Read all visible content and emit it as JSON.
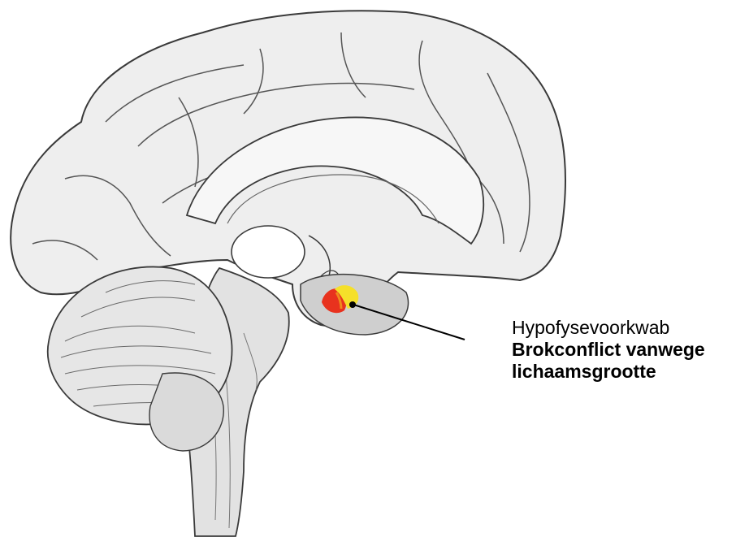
{
  "annotation": {
    "region_name": "Hypofysevoorkwab",
    "description_line1": "Brokconflict vanwege",
    "description_line2": "lichaamsgrootte",
    "highlight_colors": {
      "red": "#e8321e",
      "yellow": "#f5e02a",
      "orange": "#f08a1c"
    },
    "leader_line_color": "#000000"
  },
  "illustration": {
    "subject": "sagittal-brain-section",
    "fill_color": "#eeeeee",
    "stroke_color": "#3a3a3a"
  }
}
